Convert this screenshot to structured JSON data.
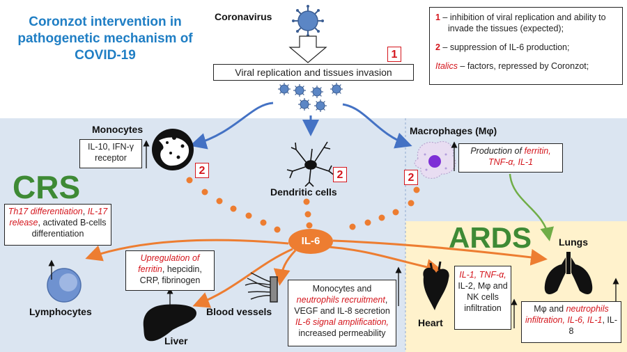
{
  "title": "Coronzot intervention in pathogenetic mechanism of COVID-19",
  "legend": {
    "item1_num": "1",
    "item1_text": " – inhibition of viral replication and ability to invade the tissues (expected);",
    "item2_num": "2",
    "item2_text": " – suppression of IL-6 production;",
    "item3_label": "Italics",
    "item3_text": " – factors, repressed by Coronzot;"
  },
  "nodes": {
    "coronavirus": "Coronavirus",
    "replication": "Viral replication and tissues invasion",
    "monocytes": "Monocytes",
    "dendritic": "Dendritic cells",
    "macrophages": "Macrophages (Mφ)",
    "crs": "CRS",
    "ards": "ARDS",
    "il6": "IL-6",
    "lymphocytes": "Lymphocytes",
    "liver": "Liver",
    "blood_vessels": "Blood vessels",
    "heart": "Heart",
    "lungs": "Lungs"
  },
  "markers": {
    "one": "1",
    "two": "2"
  },
  "boxes": {
    "monocytes": "IL-10, IFN-γ receptor",
    "macro_prefix": "Production of ",
    "macro_italic": "ferritin, TNF-α, IL-1",
    "th17_italic": "Th17 differentiation",
    "th17_comma": ",",
    "il17_italic": "IL-17 release",
    "th17_rest": ", activated B-cells differentiation",
    "liver_italic1": "Upregulation of",
    "liver_italic2": "ferritin",
    "liver_rest": ", hepcidin, CRP, fibrinogen",
    "bv_plain1": "Monocytes and",
    "bv_italic1": "neutrophils recruitment",
    "bv_plain2": ", VEGF and IL-8 secretion",
    "bv_italic2": "IL-6 signal amplification,",
    "bv_plain3": "increased permeability",
    "heart_italic": "IL-1, TNF-α,",
    "heart_rest": "IL-2, Mφ and NK cells infiltration",
    "lungs_plain1": "Mφ and ",
    "lungs_italic": "neutrophils infiltration, IL-6, IL-1",
    "lungs_plain2": ", IL-8"
  },
  "colors": {
    "title": "#1f7ec4",
    "crs": "#3e8a35",
    "red": "#d4151c",
    "orange": "#ed7d31",
    "blue_arrow": "#4472c4",
    "green_arrow": "#70ad47",
    "crs_bg": "#dbe5f1",
    "ards_bg": "#fff2cc"
  }
}
